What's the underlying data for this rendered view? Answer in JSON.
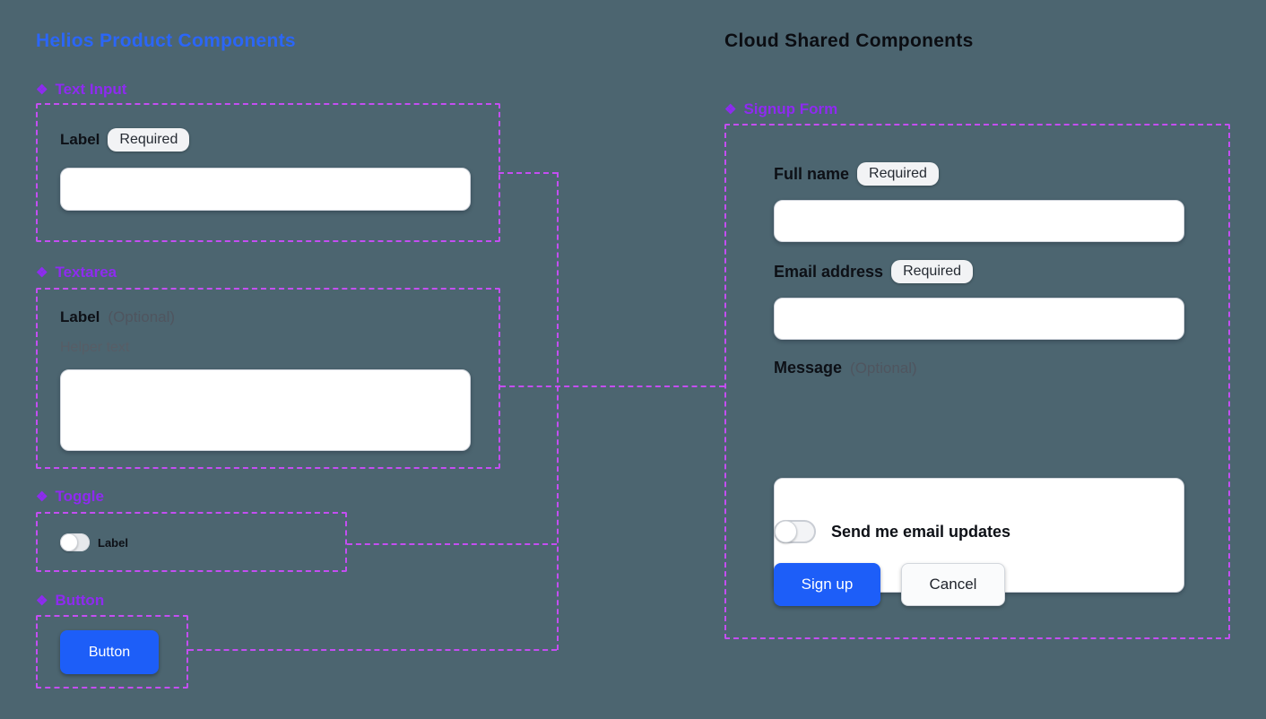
{
  "colors": {
    "background": "#4C6570",
    "left_title_blue": "#2B66F7",
    "right_title_dark": "#0B0D12",
    "component_purple": "#8E2BF0",
    "wire_dash_purple": "#C44EF2",
    "primary_button_blue": "#1D5EF8",
    "badge_background": "#F2F3F5"
  },
  "icons": {
    "component": "❖"
  },
  "left": {
    "title": "Helios Product Components",
    "text_input": {
      "section": "Text Input",
      "label": "Label",
      "badge": "Required",
      "value": "",
      "placeholder": ""
    },
    "textarea": {
      "section": "Textarea",
      "label": "Label",
      "optional": "(Optional)",
      "helper": "Helper text",
      "value": "",
      "placeholder": ""
    },
    "toggle": {
      "section": "Toggle",
      "label": "Label",
      "state": "off"
    },
    "button": {
      "section": "Button",
      "label": "Button"
    }
  },
  "right": {
    "title": "Cloud Shared Components",
    "signup_form": {
      "section": "Signup Form",
      "full_name": {
        "label": "Full name",
        "badge": "Required",
        "value": "",
        "placeholder": ""
      },
      "email": {
        "label": "Email address",
        "badge": "Required",
        "value": "",
        "placeholder": ""
      },
      "message": {
        "label": "Message",
        "optional": "(Optional)",
        "value": "",
        "placeholder": ""
      },
      "updates_toggle": {
        "label": "Send me email updates",
        "state": "off"
      },
      "submit_label": "Sign up",
      "cancel_label": "Cancel"
    }
  }
}
